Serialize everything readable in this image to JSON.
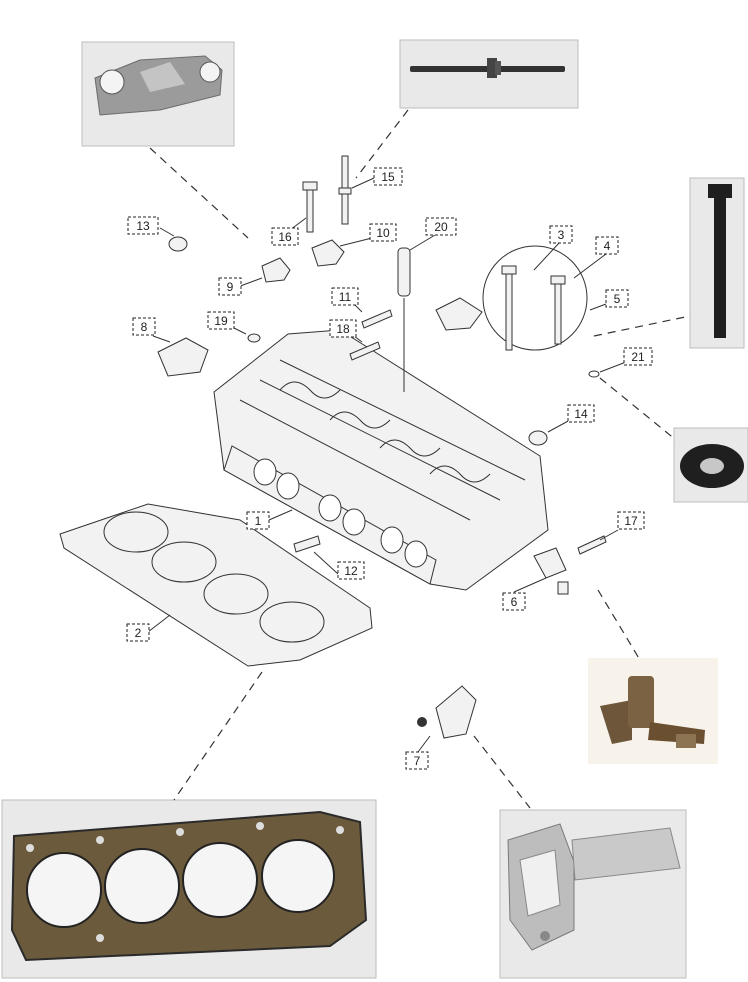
{
  "diagram": {
    "callouts": [
      {
        "id": "c1",
        "text": "1"
      },
      {
        "id": "c2",
        "text": "2"
      },
      {
        "id": "c3",
        "text": "3"
      },
      {
        "id": "c4",
        "text": "4"
      },
      {
        "id": "c5",
        "text": "5"
      },
      {
        "id": "c6",
        "text": "6"
      },
      {
        "id": "c7",
        "text": "7"
      },
      {
        "id": "c8",
        "text": "8"
      },
      {
        "id": "c9",
        "text": "9"
      },
      {
        "id": "c10",
        "text": "10"
      },
      {
        "id": "c11",
        "text": "11"
      },
      {
        "id": "c12",
        "text": "12"
      },
      {
        "id": "c13",
        "text": "13"
      },
      {
        "id": "c14",
        "text": "14"
      },
      {
        "id": "c15",
        "text": "15"
      },
      {
        "id": "c16",
        "text": "16"
      },
      {
        "id": "c17",
        "text": "17"
      },
      {
        "id": "c18",
        "text": "18"
      },
      {
        "id": "c19",
        "text": "19"
      },
      {
        "id": "c20",
        "text": "20"
      },
      {
        "id": "c21",
        "text": "21"
      }
    ],
    "colors": {
      "line": "#333333",
      "part_fill": "#f2f2f2",
      "photo_bg": "#e9e9e9",
      "dark_part": "#1e1e1e"
    }
  }
}
